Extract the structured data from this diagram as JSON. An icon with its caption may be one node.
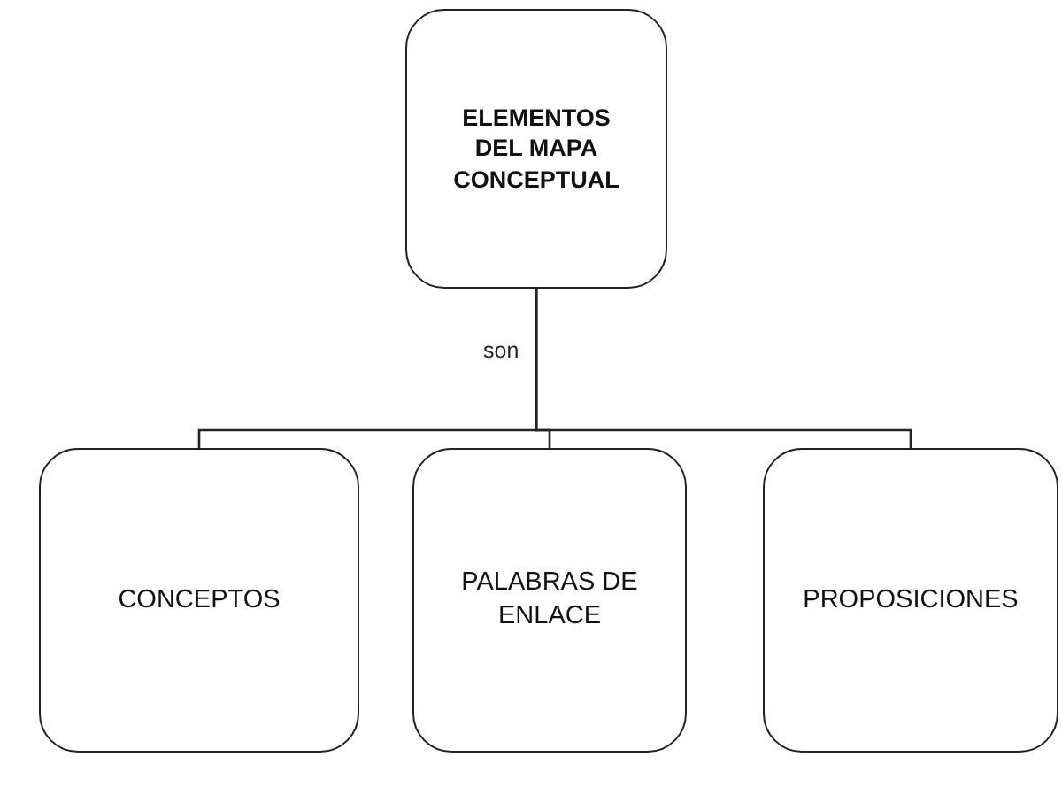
{
  "diagram": {
    "nodes": [
      {
        "text": [
          "ELEMENTOS DEL MAPA CONCEPTUAL"
        ]
      },
      {
        "text": [
          "CONCEPTOS"
        ]
      },
      {
        "text": [
          "PALABRAS DE ENLACE"
        ]
      },
      {
        "text": [
          "PROPOSICIONES"
        ]
      }
    ],
    "edges": [
      {
        "from": 0,
        "to": 1,
        "arrow": "none",
        "label": "son"
      },
      {
        "from": 0,
        "to": 2,
        "arrow": "none"
      },
      {
        "from": 0,
        "to": 3,
        "arrow": "none"
      }
    ]
  }
}
